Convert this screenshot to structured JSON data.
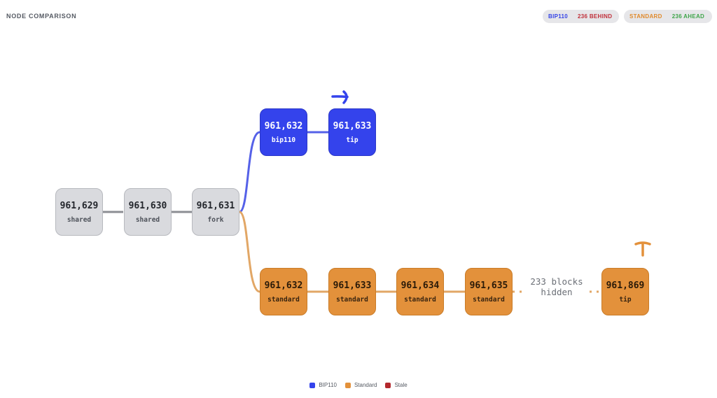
{
  "header": {
    "title": "NODE COMPARISON"
  },
  "status": {
    "bip110": {
      "name": "BIP110",
      "status": "236 BEHIND"
    },
    "standard": {
      "name": "STANDARD",
      "status": "236 AHEAD"
    }
  },
  "shared_chain": [
    {
      "height": "961,629",
      "label": "shared"
    },
    {
      "height": "961,630",
      "label": "shared"
    },
    {
      "height": "961,631",
      "label": "fork"
    }
  ],
  "bip110_chain": [
    {
      "height": "961,632",
      "label": "bip110"
    },
    {
      "height": "961,633",
      "label": "tip"
    }
  ],
  "standard_chain": [
    {
      "height": "961,632",
      "label": "standard"
    },
    {
      "height": "961,633",
      "label": "standard"
    },
    {
      "height": "961,634",
      "label": "standard"
    },
    {
      "height": "961,635",
      "label": "standard"
    },
    {
      "height": "961,869",
      "label": "tip"
    }
  ],
  "hidden_gap": {
    "text": "233 blocks hidden"
  },
  "icons": {
    "bip110_tip": "mining-pickaxe-icon",
    "standard_tip": "mining-pickaxe-icon"
  },
  "legend": [
    {
      "label": "BIP110",
      "color": "#3443ec"
    },
    {
      "label": "Standard",
      "color": "#e3913b"
    },
    {
      "label": "Stale",
      "color": "#b3282d"
    }
  ],
  "colors": {
    "bip110": "#3443ec",
    "standard": "#e3913b",
    "shared": "#d9dade",
    "stale": "#b3282d",
    "behind": "#c0303a",
    "ahead": "#3fa54a"
  }
}
